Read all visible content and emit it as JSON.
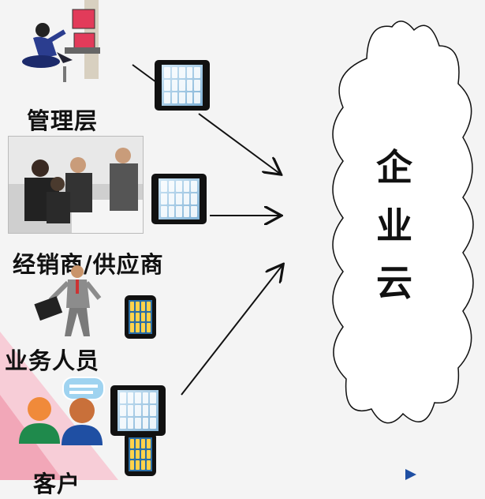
{
  "labels": {
    "management": "管理层",
    "dealers": "经销商/供应商",
    "sales": "业务人员",
    "customers": "客户"
  },
  "cloud": {
    "line1": "企",
    "line2": "业",
    "line3": "云"
  },
  "colors": {
    "accent_pink": "#f2a6b6",
    "nav_arrow": "#1f4fa3"
  }
}
